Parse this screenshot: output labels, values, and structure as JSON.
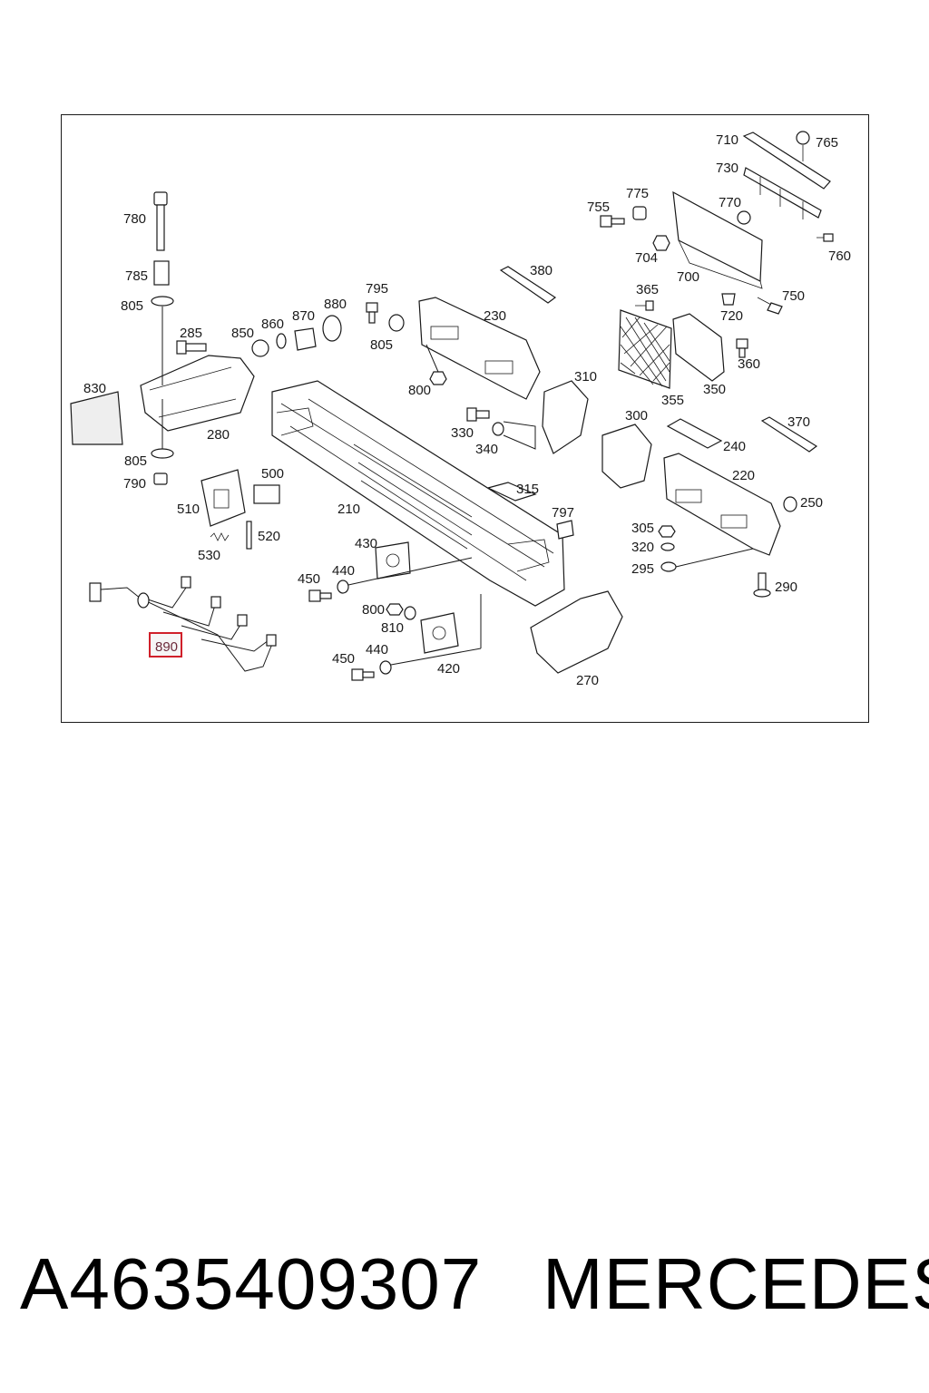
{
  "diagram": {
    "callouts": {
      "c710": "710",
      "c765": "765",
      "c730": "730",
      "c775": "775",
      "c755": "755",
      "c770": "770",
      "c704": "704",
      "c760": "760",
      "c700": "700",
      "c780": "780",
      "c785": "785",
      "c805a": "805",
      "c795": "795",
      "c880": "880",
      "c870": "870",
      "c860": "860",
      "c850": "850",
      "c285": "285",
      "c380": "380",
      "c230": "230",
      "c805b": "805",
      "c800a": "800",
      "c365": "365",
      "c750": "750",
      "c720": "720",
      "c360": "360",
      "c350": "350",
      "c355": "355",
      "c310": "310",
      "c830": "830",
      "c280": "280",
      "c805c": "805",
      "c790": "790",
      "c330": "330",
      "c340": "340",
      "c300": "300",
      "c370": "370",
      "c240": "240",
      "c220": "220",
      "c500": "500",
      "c510": "510",
      "c210": "210",
      "c315": "315",
      "c797": "797",
      "c250": "250",
      "c520": "520",
      "c530": "530",
      "c430": "430",
      "c305": "305",
      "c320": "320",
      "c295": "295",
      "c450a": "450",
      "c440a": "440",
      "c290": "290",
      "c800b": "800",
      "c810": "810",
      "c890": "890",
      "c450b": "450",
      "c440b": "440",
      "c420": "420",
      "c270": "270"
    },
    "highlight_color": "#d0202a"
  },
  "footer": {
    "part_number": "A4635409307",
    "brand": "MERCEDES"
  }
}
